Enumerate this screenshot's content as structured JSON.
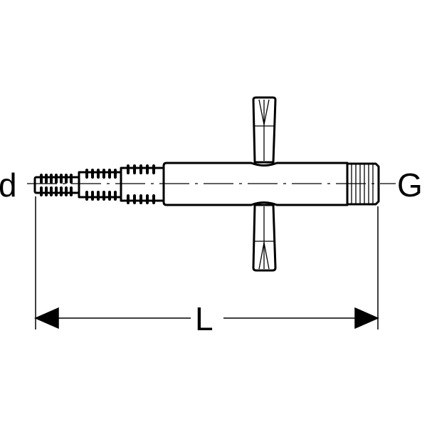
{
  "drawing": {
    "label_d": "d",
    "label_G": "G",
    "label_L": "L",
    "stroke_color": "#000000",
    "background": "#ffffff"
  }
}
